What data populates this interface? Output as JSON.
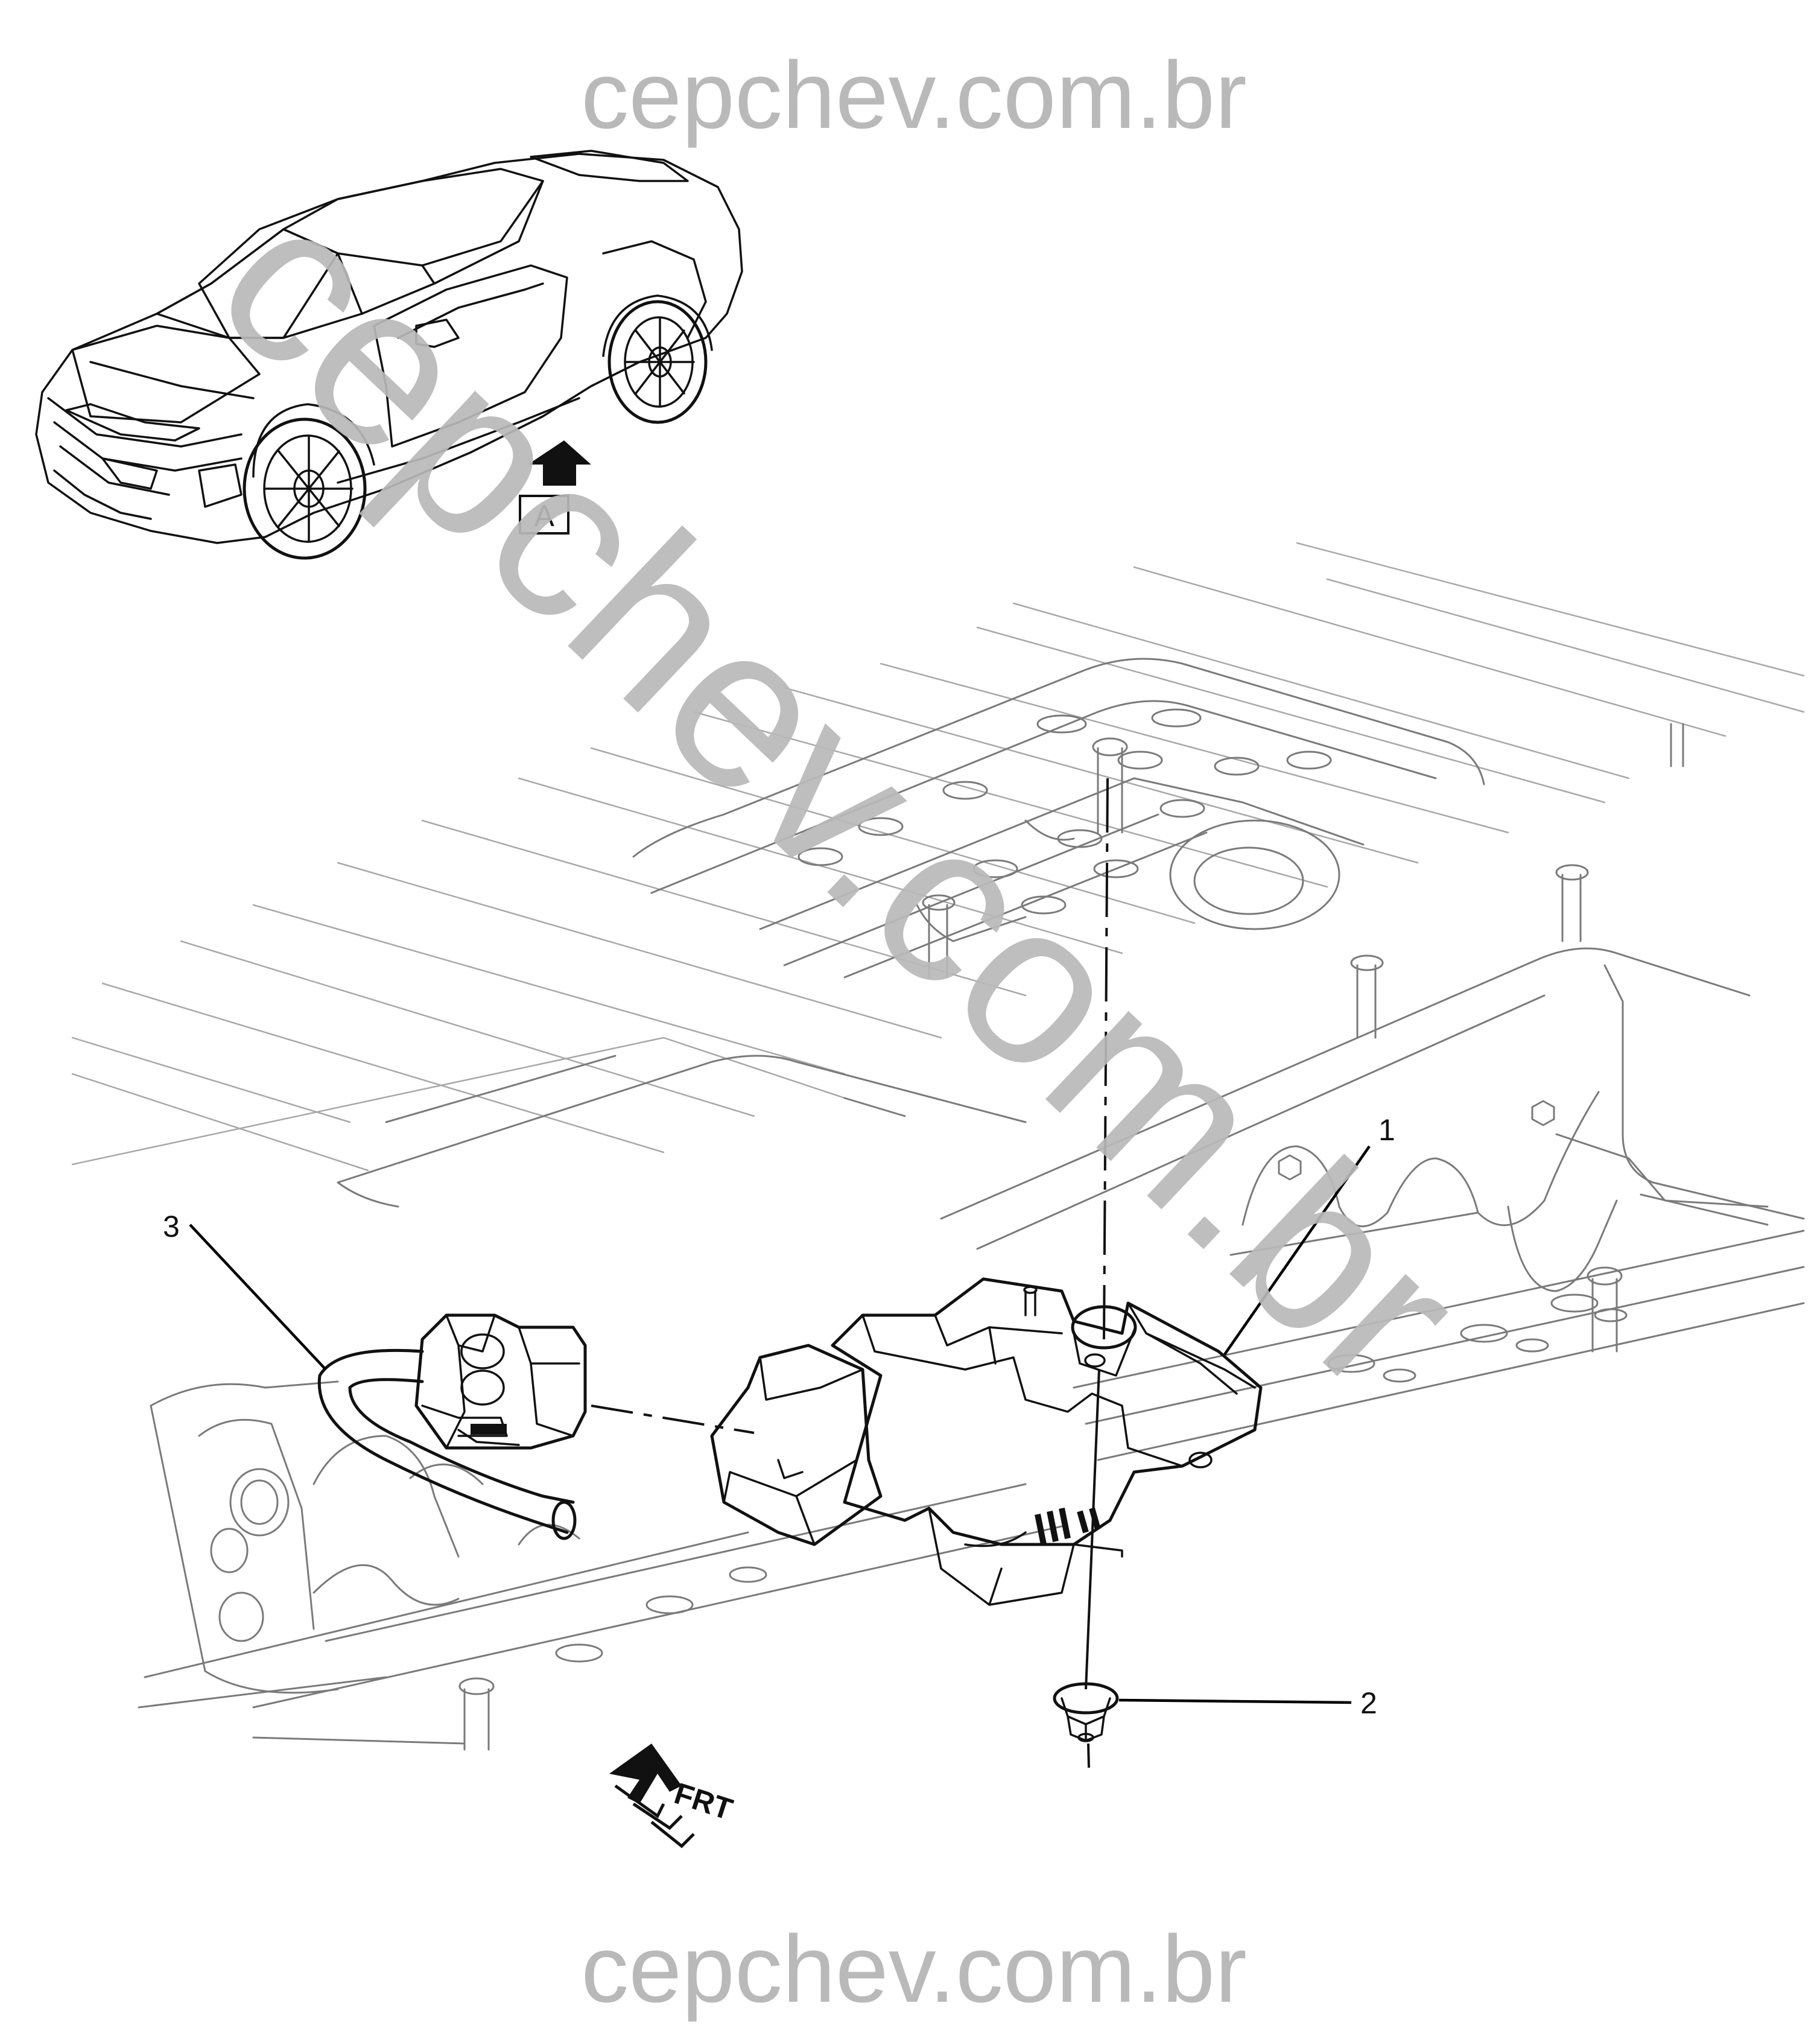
{
  "watermark": {
    "top": "cepchev.com.br",
    "diagonal": "cepchev.com.br",
    "bottom": "cepchev.com.br"
  },
  "view_marker": "A",
  "direction_marker": "FRT",
  "callouts": [
    "1",
    "2",
    "3"
  ]
}
